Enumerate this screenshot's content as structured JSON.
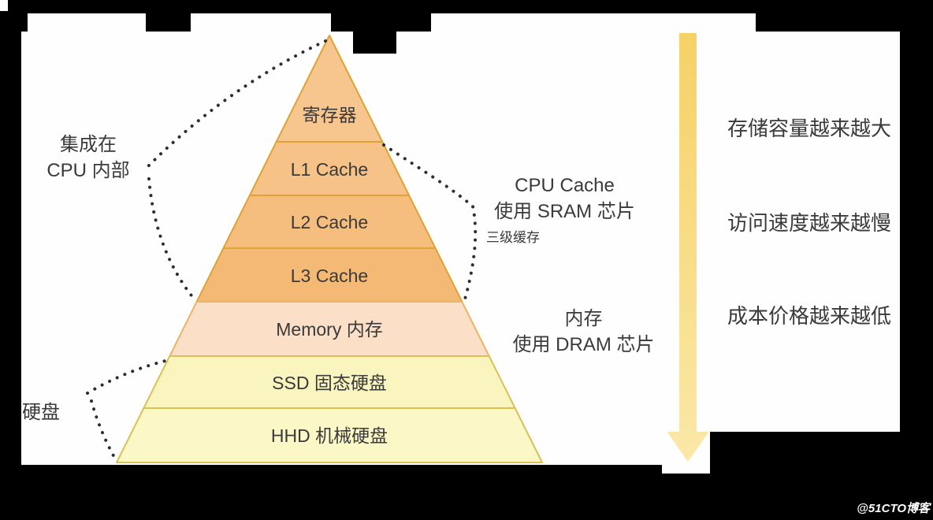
{
  "diagram": {
    "dotted_color": "#2e2e2e"
  },
  "pyramid": {
    "levels": [
      {
        "label": "寄存器",
        "fill": "#F7C68F",
        "stroke": "#DFA235"
      },
      {
        "label": "L1 Cache",
        "fill": "#F6C287",
        "stroke": "#DFA235"
      },
      {
        "label": "L2 Cache",
        "fill": "#F5BE7E",
        "stroke": "#DFA235"
      },
      {
        "label": "L3 Cache",
        "fill": "#F4BA75",
        "stroke": "#DFA235"
      },
      {
        "label": "Memory 内存",
        "fill": "#FBDFC6",
        "stroke": "#E9B668"
      },
      {
        "label": "SSD 固态硬盘",
        "fill": "#FAF5BE",
        "stroke": "#D9C153"
      },
      {
        "label": "HHD 机械硬盘",
        "fill": "#FBF7C6",
        "stroke": "#D9C153"
      }
    ]
  },
  "annotations": {
    "cpu_internal_line1": "集成在",
    "cpu_internal_line2": "CPU 内部",
    "disk": "硬盘",
    "cpu_cache_line1": "CPU Cache",
    "cpu_cache_line2": "使用 SRAM 芯片",
    "cpu_cache_note": "三级缓存",
    "memory_line1": "内存",
    "memory_line2": "使用 DRAM 芯片"
  },
  "arrow_panel": {
    "items": [
      "存储容量越来越大",
      "访问速度越来越慢",
      "成本价格越来越低"
    ],
    "arrow_top": "#F6D167",
    "arrow_bottom": "#FBE8A8"
  },
  "watermark": {
    "text": "@51CTO博客"
  }
}
